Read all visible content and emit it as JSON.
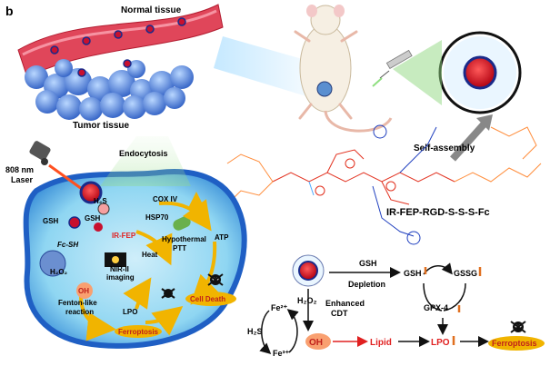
{
  "panel_label": "b",
  "tissue": {
    "normal": "Normal tissue",
    "tumor": "Tumor tissue"
  },
  "left": {
    "endocytosis": "Endocytosis",
    "laser": "808 nm\nLaser",
    "gsh_outer": "GSH",
    "gsh_inner": "GSH",
    "h2s": "H₂S",
    "cox": "COX IV",
    "hsp70": "HSP70",
    "ir_fep": "IR-FEP",
    "heat": "Heat",
    "hypothermal": "Hypothermal\nPTT",
    "atp": "ATP",
    "fc_sh": "Fc-SH",
    "h2o2": "H₂O₂",
    "oh": "OH",
    "nir": "NIR-II\nimaging",
    "fenton": "Fenton-like\nreaction",
    "lpo": "LPO",
    "ferroptosis": "Ferroptosis",
    "cell_death": "Cell Death"
  },
  "right": {
    "self_assembly": "Self-assembly",
    "molecule_name": "IR-FEP-RGD-S-S-S-Fc",
    "gsh": "GSH",
    "depletion": "Depletion",
    "gsh_b": "GSH",
    "gssg": "GSSG",
    "gpx4": "GPX-4",
    "h2o2": "H₂O₂",
    "enhanced": "Enhanced\nCDT",
    "fe2": "Fe²⁺",
    "fe3": "Fe³⁺",
    "h2s": "H₂S",
    "oh": "OH",
    "lipid": "Lipid",
    "lpo": "LPO",
    "ferroptosis": "Ferroptosis"
  }
}
